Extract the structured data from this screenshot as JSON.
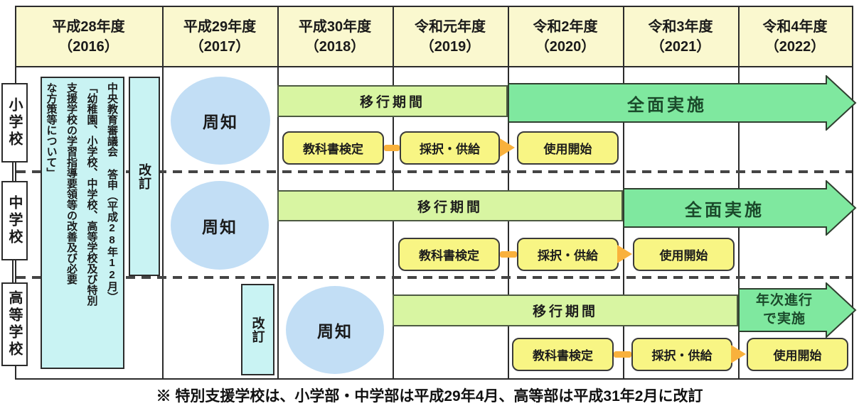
{
  "title_context": "学習指導要領改訂・実施スケジュール",
  "header": {
    "years": [
      {
        "era": "平成28年度",
        "year": "（2016）"
      },
      {
        "era": "平成29年度",
        "year": "（2017）"
      },
      {
        "era": "平成30年度",
        "year": "（2018）"
      },
      {
        "era": "令和元年度",
        "year": "（2019）"
      },
      {
        "era": "令和2年度",
        "year": "（2020）"
      },
      {
        "era": "令和3年度",
        "year": "（2021）"
      },
      {
        "era": "令和4年度",
        "year": "（2022）"
      }
    ]
  },
  "left": {
    "school_labels": [
      "小学校",
      "中学校",
      "高等学校"
    ],
    "council_report": "中央教育審議会 答申（平成28年12月）\n「幼稚園、小学校、中学校、高等学校及び特別\n支援学校の学習指導要領等の改善及び必要\nな方策等について」"
  },
  "revision_boxes": [
    {
      "label": "改訂",
      "applies_to": "小学校・中学校",
      "fiscal_year": "平成28年度"
    },
    {
      "label": "改訂",
      "applies_to": "高等学校",
      "fiscal_year": "平成29年度"
    }
  ],
  "rows": {
    "elementary": {
      "dissemination": "周知",
      "transition": "移行期間",
      "implementation": "全面実施",
      "steps": [
        "教科書検定",
        "採択・供給",
        "使用開始"
      ]
    },
    "junior_high": {
      "dissemination": "周知",
      "transition": "移行期間",
      "implementation": "全面実施",
      "steps": [
        "教科書検定",
        "採択・供給",
        "使用開始"
      ]
    },
    "high_school": {
      "dissemination": "周知",
      "transition": "移行期間",
      "implementation": "年次進行\nで実施",
      "steps": [
        "教科書検定",
        "採択・供給",
        "使用開始"
      ]
    }
  },
  "footnote": "※ 特別支援学校は、小学部・中学部は平成29年4月、高等部は平成31年2月に改訂",
  "colors": {
    "header_bg": "#faf8cf",
    "cyan_box": "#c9f3f3",
    "dissemination_circle": "#c2def5",
    "transition_bar": "#d8f5a2",
    "implementation_arrow": "#7fe89f",
    "process_box": "#f8f584",
    "connector_orange": "#f9b13c",
    "grid_line": "#2b2b2b"
  }
}
